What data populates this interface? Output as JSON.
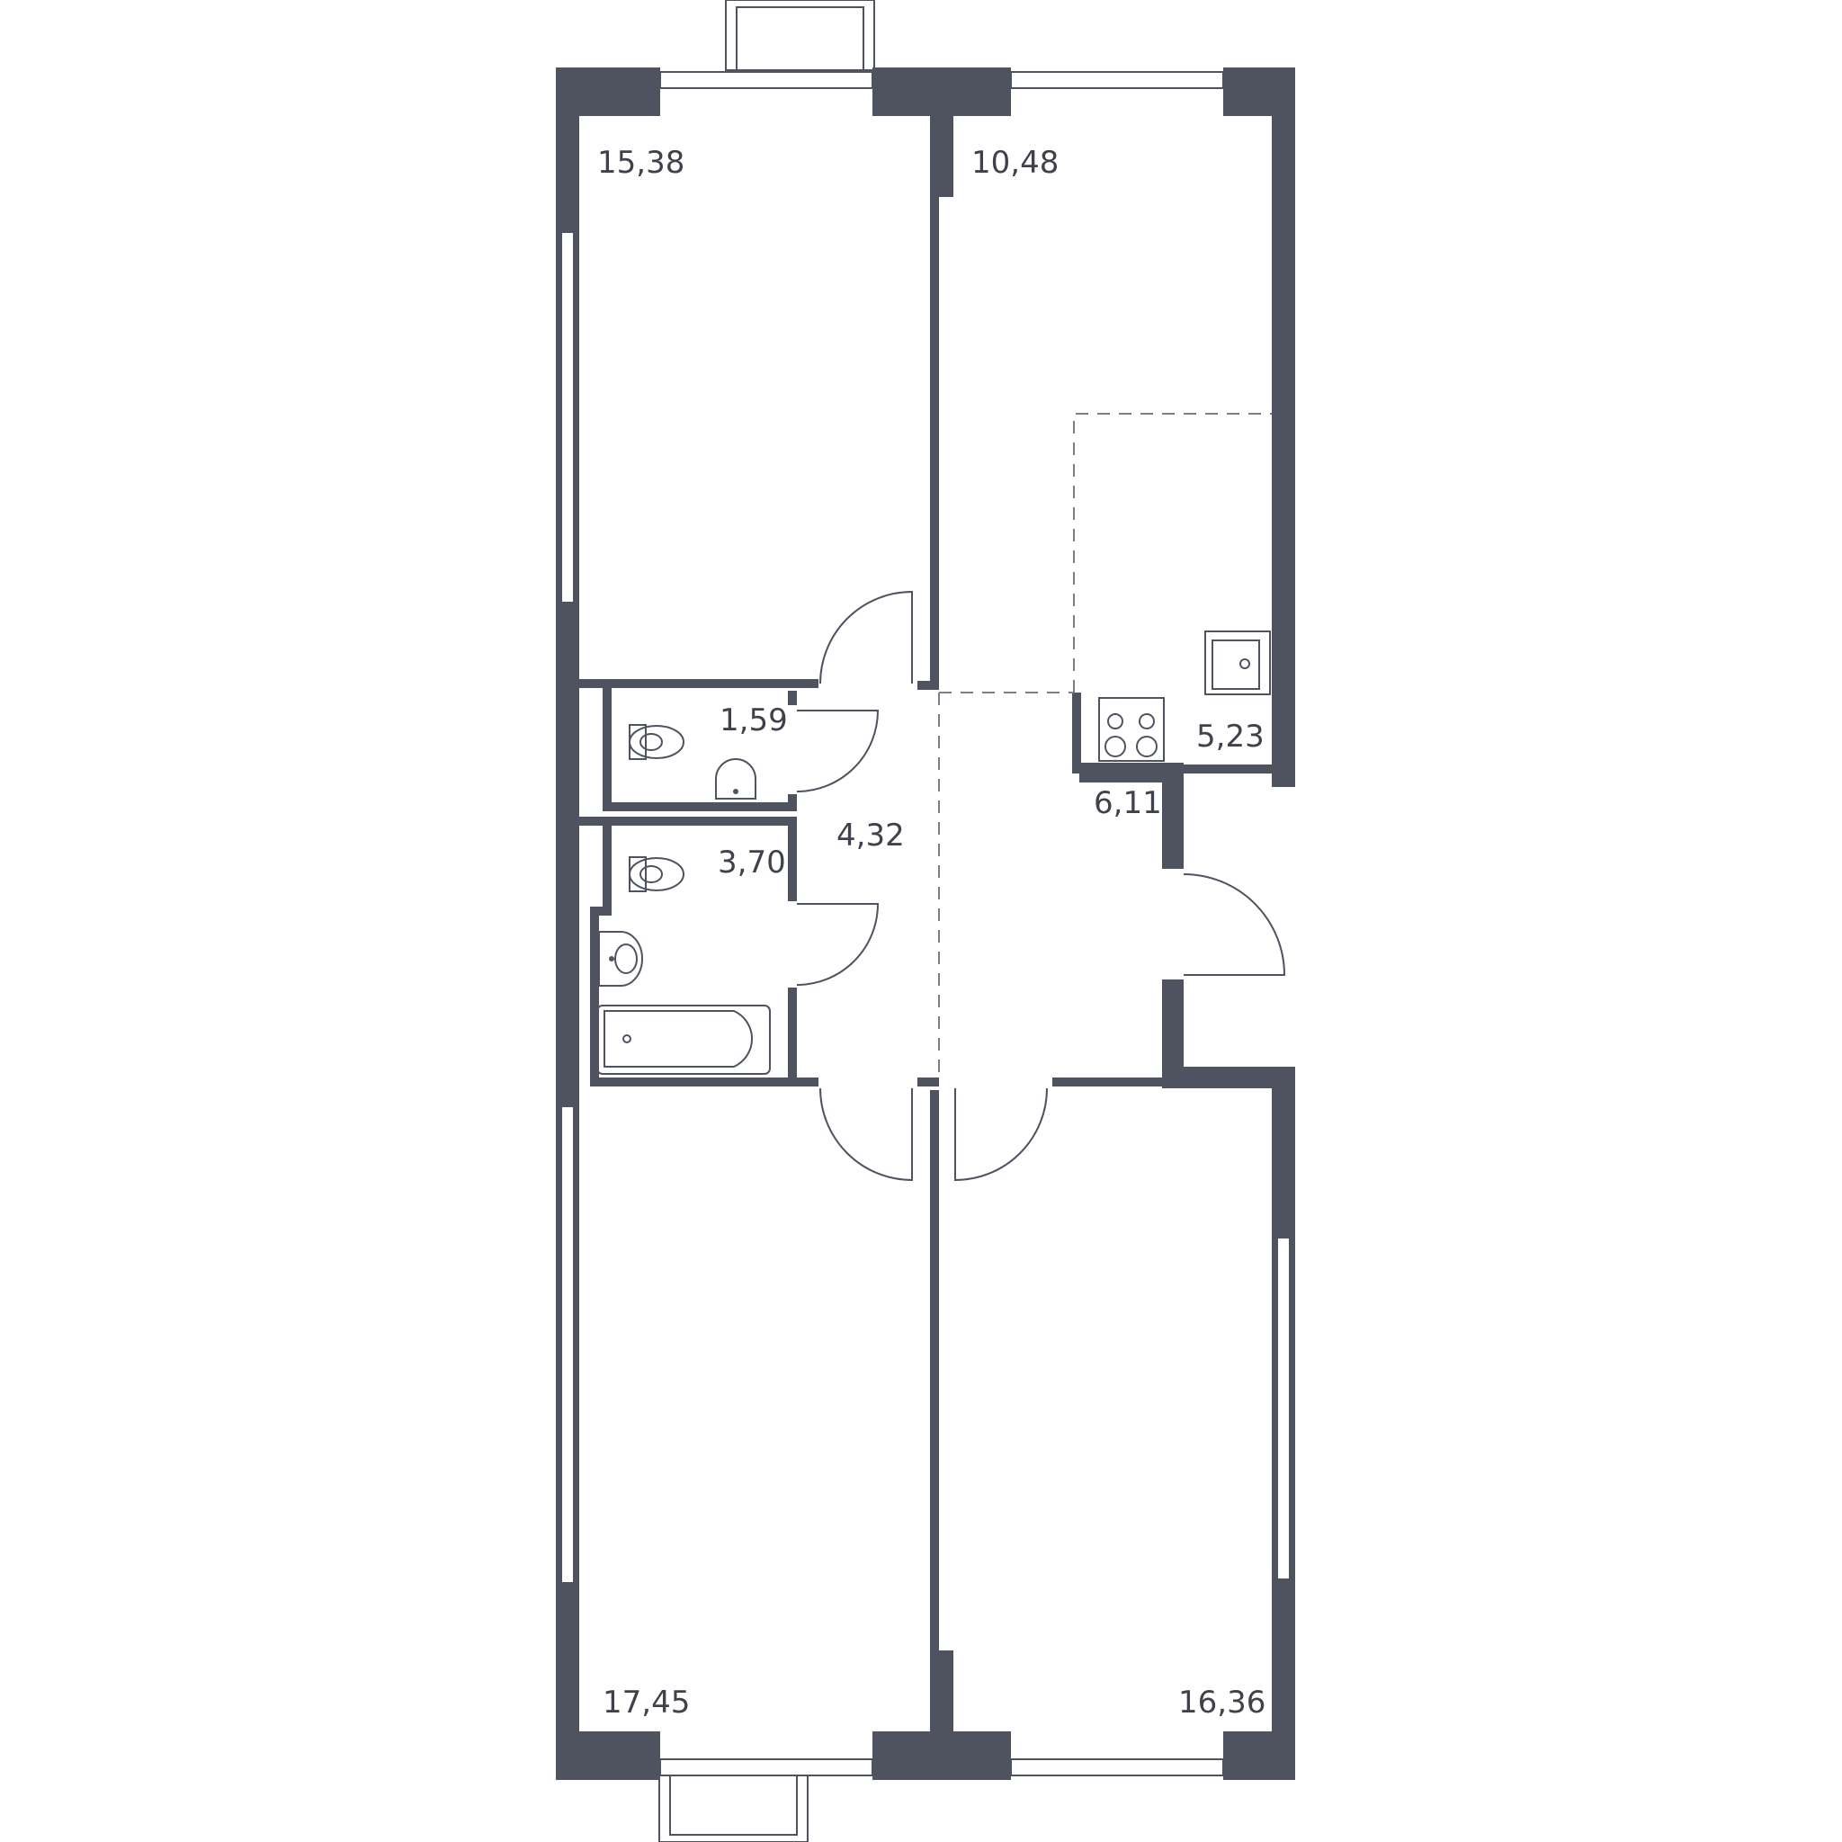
{
  "plan": {
    "wall_color": "#4f5360",
    "rooms": [
      {
        "id": "bedroom-top-left",
        "area": "15,38"
      },
      {
        "id": "kitchen-living",
        "area": "10,48"
      },
      {
        "id": "kitchen-zone",
        "area": "5,23"
      },
      {
        "id": "toilet",
        "area": "1,59"
      },
      {
        "id": "bathroom",
        "area": "3,70"
      },
      {
        "id": "corridor",
        "area": "4,32"
      },
      {
        "id": "hall",
        "area": "6,11"
      },
      {
        "id": "bedroom-bottom-left",
        "area": "17,45"
      },
      {
        "id": "bedroom-bottom-right",
        "area": "16,36"
      }
    ]
  }
}
